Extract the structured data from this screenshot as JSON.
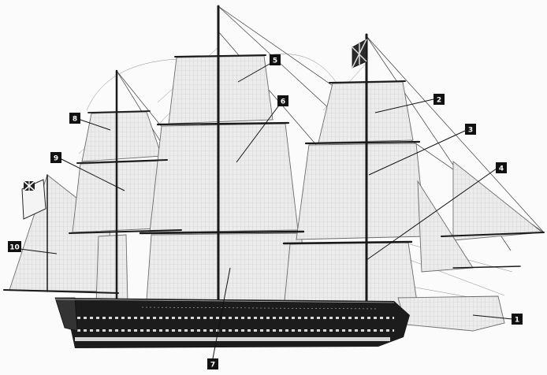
{
  "figure": {
    "labels": [
      {
        "id": "1",
        "target": "bow-sail"
      },
      {
        "id": "2",
        "target": "fore-topgallant-sail"
      },
      {
        "id": "3",
        "target": "fore-topsail"
      },
      {
        "id": "4",
        "target": "fore-course"
      },
      {
        "id": "5",
        "target": "main-topgallant-sail"
      },
      {
        "id": "6",
        "target": "main-topsail"
      },
      {
        "id": "7",
        "target": "main-course"
      },
      {
        "id": "8",
        "target": "mizzen-topgallant-sail"
      },
      {
        "id": "9",
        "target": "mizzen-topsail"
      },
      {
        "id": "10",
        "target": "spanker"
      }
    ]
  },
  "colors": {
    "sail": "#ececec",
    "hull": "#1c1c1c",
    "ink": "#111111",
    "label_text": "#ffffff"
  }
}
